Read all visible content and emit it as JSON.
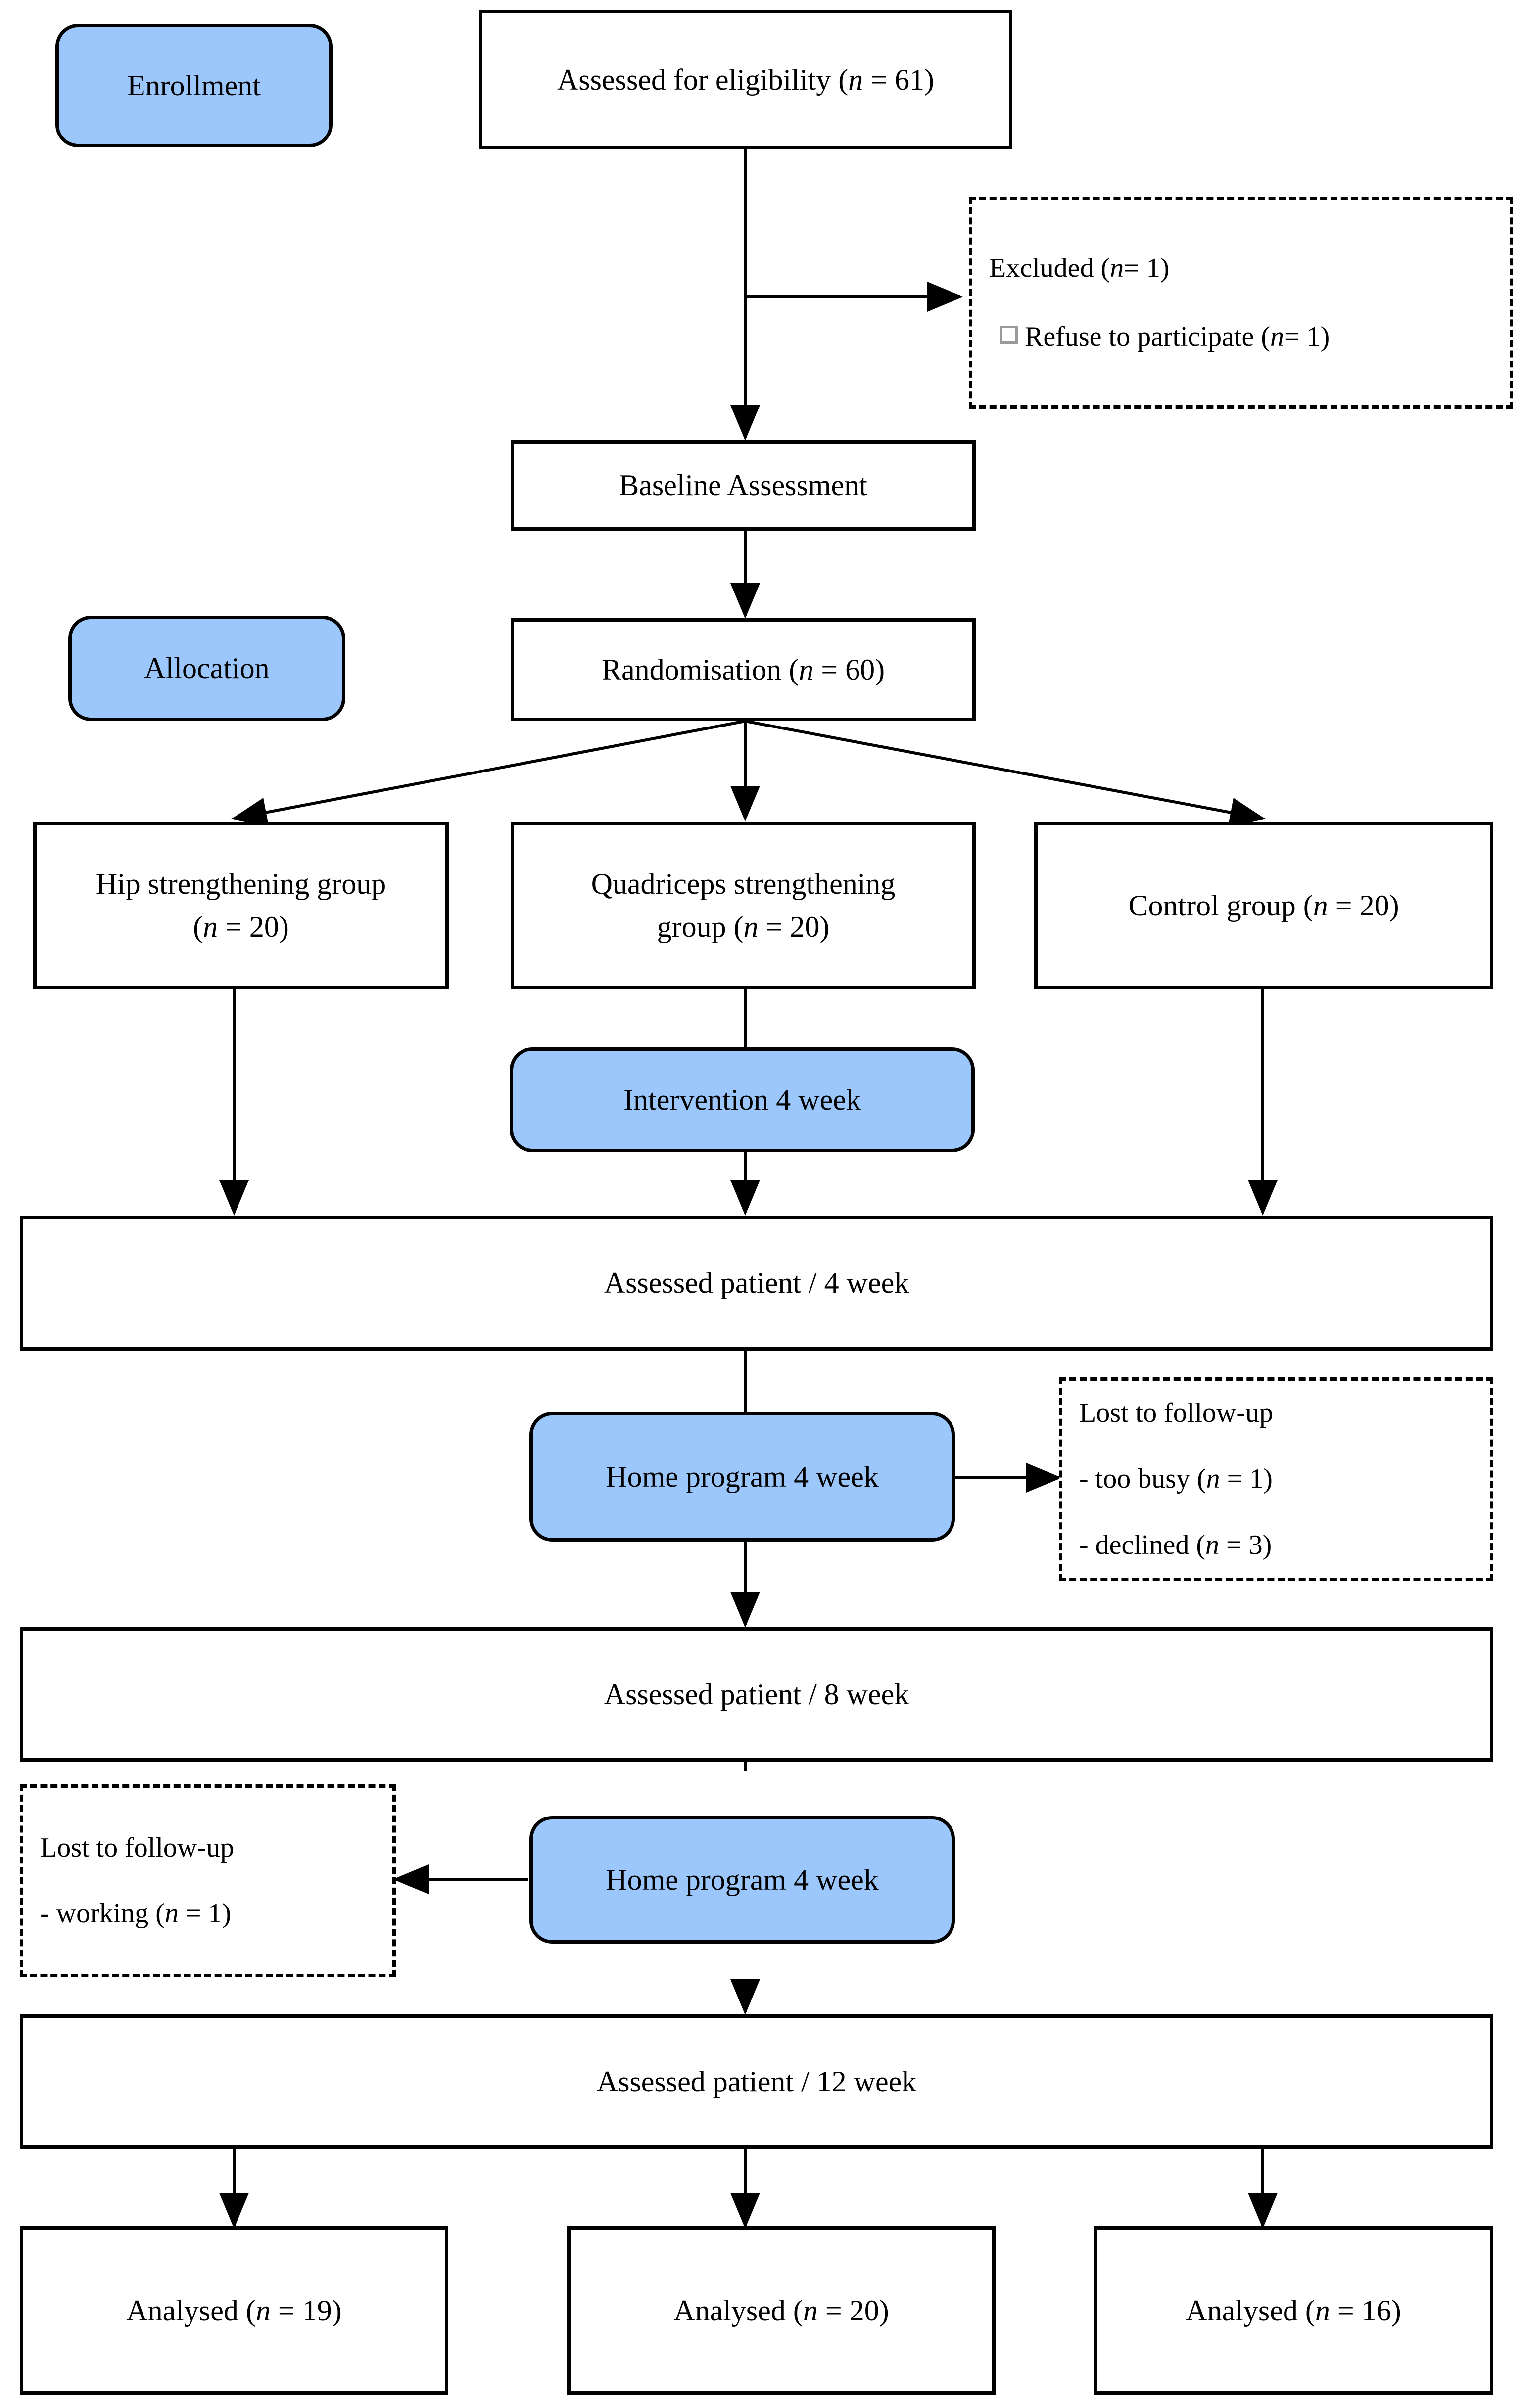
{
  "diagram": {
    "type": "consort-flow-diagram",
    "colors": {
      "phase_fill": "#9cc7fd",
      "stroke": "#000000",
      "background": "#ffffff"
    },
    "phase_labels": {
      "enrollment": "Enrollment",
      "allocation": "Allocation",
      "intervention": "Intervention 4 week",
      "home_program_1": "Home program 4 week",
      "home_program_2": "Home program 4 week"
    },
    "enrollment": {
      "assessed": "Assessed for eligibility (",
      "assessed_n": "n",
      "assessed_tail": " = 61)",
      "excluded_title": "Excluded (",
      "excluded_n": "n",
      "excluded_tail": "= 1)",
      "excluded_reason": "Refuse to participate (",
      "excluded_reason_n": "n",
      "excluded_reason_tail": "= 1)",
      "baseline": "Baseline Assessment",
      "randomisation": "Randomisation (",
      "randomisation_n": "n",
      "randomisation_tail": " = 60)"
    },
    "allocation_groups": [
      {
        "line1": "Hip strengthening group",
        "line2_pre": "(",
        "line2_n": "n",
        "line2_tail": " = 20)"
      },
      {
        "line1": "Quadriceps strengthening",
        "line2_pre": "group (",
        "line2_n": "n",
        "line2_tail": " = 20)"
      },
      {
        "line1": "Control group (",
        "line2_pre": "",
        "line2_n": "n",
        "line2_tail": " = 20)"
      }
    ],
    "followup": {
      "assessed_4w": "Assessed patient / 4 week",
      "assessed_8w": "Assessed patient / 8 week",
      "assessed_12w": "Assessed patient / 12 week",
      "lost_1_title": "Lost to follow-up",
      "lost_1_r1_pre": "- too busy (",
      "lost_1_r1_n": "n",
      "lost_1_r1_tail": " = 1)",
      "lost_1_r2_pre": "- declined (",
      "lost_1_r2_n": "n",
      "lost_1_r2_tail": " = 3)",
      "lost_2_title": "Lost to follow-up",
      "lost_2_r1_pre": "- working (",
      "lost_2_r1_n": "n",
      "lost_2_r1_tail": " = 1)"
    },
    "analysis": [
      {
        "pre": "Analysed (",
        "n": "n",
        "tail": " = 19)"
      },
      {
        "pre": "Analysed (",
        "n": "n",
        "tail": " = 20)"
      },
      {
        "pre": "Analysed (",
        "n": "n",
        "tail": " = 16)"
      }
    ]
  },
  "chart_data": {
    "type": "table",
    "title": "CONSORT participant flow",
    "nodes": [
      {
        "id": "assessed",
        "label": "Assessed for eligibility (n = 61)",
        "n": 61
      },
      {
        "id": "excluded",
        "label": "Excluded (n = 1)",
        "n": 1
      },
      {
        "id": "excl-refuse",
        "label": "Refuse to participate (n = 1)",
        "n": 1
      },
      {
        "id": "baseline",
        "label": "Baseline Assessment",
        "n": null
      },
      {
        "id": "randomisation",
        "label": "Randomisation (n = 60)",
        "n": 60
      },
      {
        "id": "hip",
        "label": "Hip strengthening group (n = 20)",
        "n": 20
      },
      {
        "id": "quad",
        "label": "Quadriceps strengthening group (n = 20)",
        "n": 20
      },
      {
        "id": "control",
        "label": "Control group (n = 20)",
        "n": 20
      },
      {
        "id": "assessed-4w",
        "label": "Assessed patient / 4 week",
        "n": null
      },
      {
        "id": "lost-8w",
        "label": "Lost to follow-up: too busy (n = 1), declined (n = 3)",
        "n": 4
      },
      {
        "id": "assessed-8w",
        "label": "Assessed patient / 8 week",
        "n": null
      },
      {
        "id": "lost-12w",
        "label": "Lost to follow-up: working (n = 1)",
        "n": 1
      },
      {
        "id": "assessed-12w",
        "label": "Assessed patient / 12 week",
        "n": null
      },
      {
        "id": "analysed-hip",
        "label": "Analysed (n = 19)",
        "n": 19
      },
      {
        "id": "analysed-quad",
        "label": "Analysed (n = 20)",
        "n": 20
      },
      {
        "id": "analysed-ctrl",
        "label": "Analysed (n = 16)",
        "n": 16
      }
    ]
  }
}
